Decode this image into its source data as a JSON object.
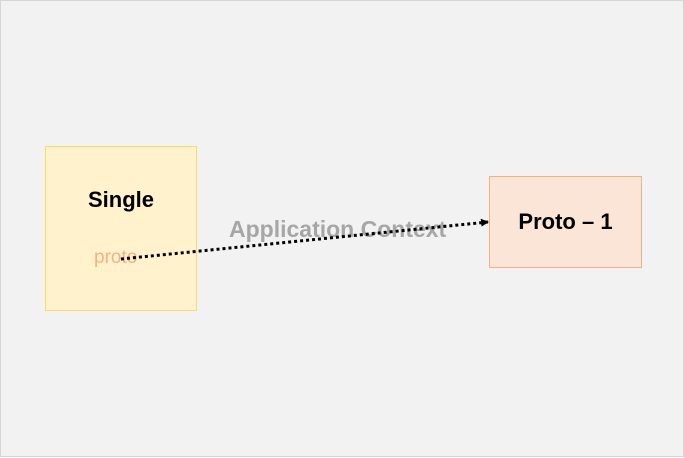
{
  "diagram": {
    "single_box": {
      "title": "Single",
      "subtitle": "proto"
    },
    "proto_box": {
      "title": "Proto – 1"
    },
    "arrow_label": "Application Context",
    "colors": {
      "background": "#f2f2f2",
      "single_fill": "#fff2cc",
      "single_border": "#ffd966",
      "proto_fill": "#fbe5d6",
      "proto_border": "#f4b183",
      "label_gray": "#a6a6a6",
      "subtitle_orange": "#f4b183"
    }
  }
}
